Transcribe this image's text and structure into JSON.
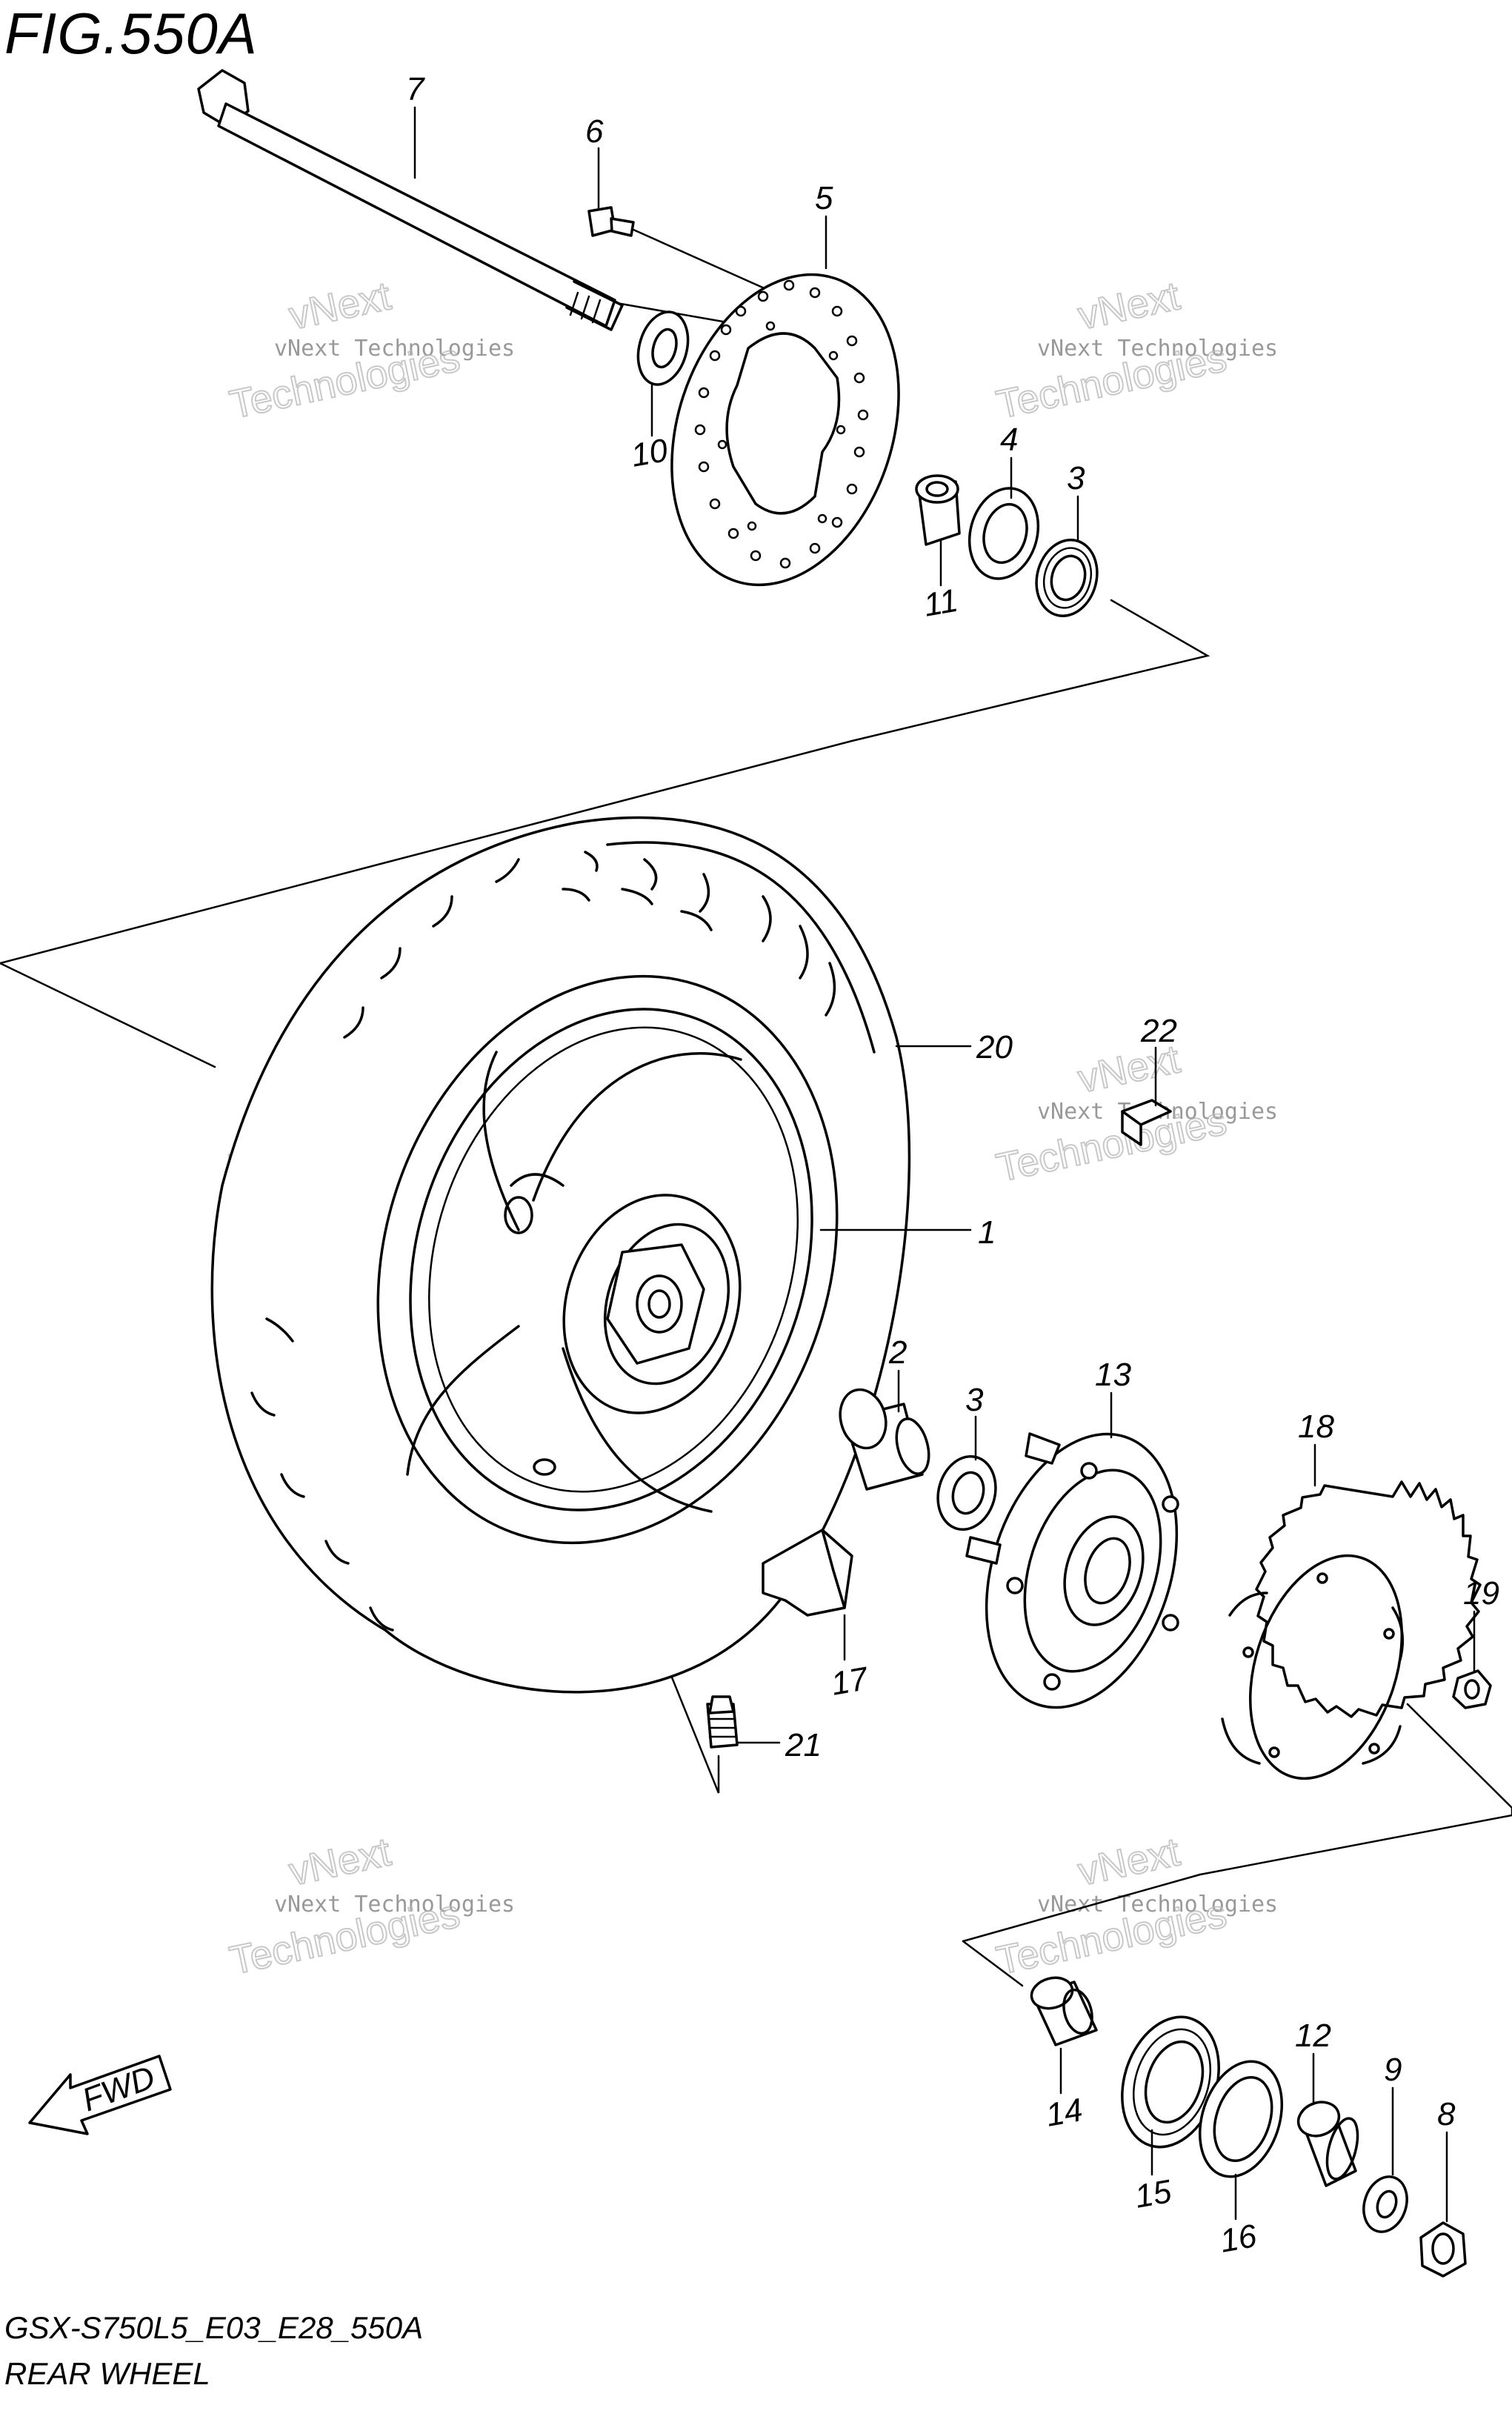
{
  "figure": {
    "title": "FIG.550A",
    "model_code": "GSX-S750L5_E03_E28_550A",
    "name": "REAR WHEEL"
  },
  "direction_marker": "FWD",
  "watermark": {
    "line1": "vNext Technologies",
    "line2": "vNext",
    "line3": "Technologies"
  },
  "callouts": [
    "7",
    "6",
    "5",
    "10",
    "4",
    "3",
    "11",
    "20",
    "22",
    "1",
    "2",
    "3",
    "13",
    "18",
    "19",
    "17",
    "21",
    "14",
    "12",
    "9",
    "8",
    "15",
    "16"
  ]
}
